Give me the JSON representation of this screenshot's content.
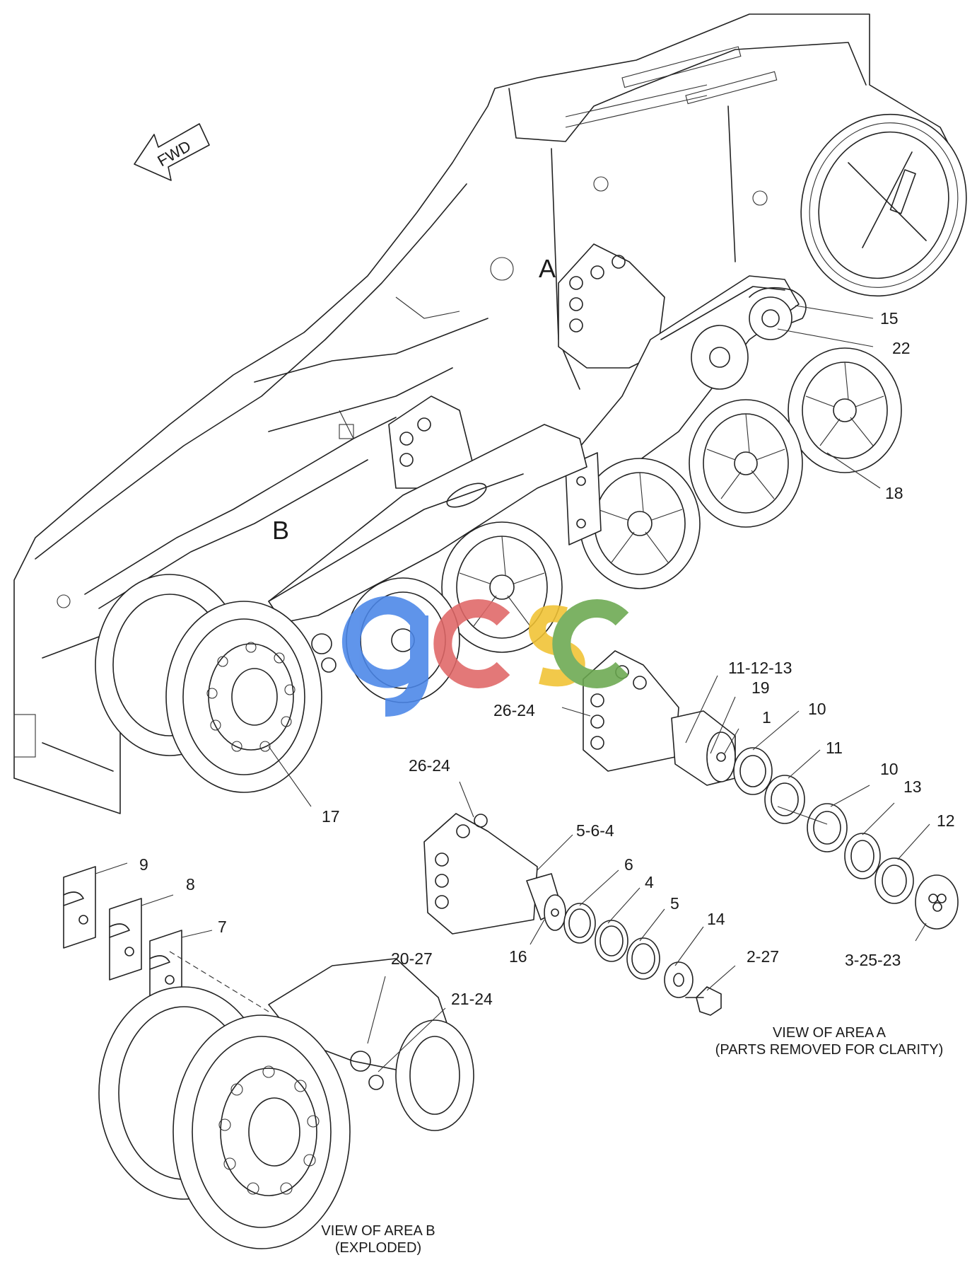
{
  "fwd_label": "FWD",
  "area_labels": {
    "a": "A",
    "b": "B"
  },
  "callouts": {
    "c15": "15",
    "c22": "22",
    "c18": "18",
    "c17": "17",
    "c11_12_13": "11-12-13",
    "c19": "19",
    "c26_24_top": "26-24",
    "c1": "1",
    "c10_top": "10",
    "c11": "11",
    "c10_lower": "10",
    "c13": "13",
    "c12": "12",
    "c26_24_mid": "26-24",
    "c5_6_4": "5-6-4",
    "c6": "6",
    "c4": "4",
    "c5": "5",
    "c14": "14",
    "c16": "16",
    "c2_27": "2-27",
    "c3_25_23": "3-25-23",
    "c9": "9",
    "c8": "8",
    "c7": "7",
    "c20_27": "20-27",
    "c21_24": "21-24"
  },
  "captions": {
    "area_a_line1": "VIEW OF AREA A",
    "area_a_line2": "(PARTS REMOVED FOR CLARITY)",
    "area_b_line1": "VIEW OF AREA B",
    "area_b_line2": "(EXPLODED)"
  },
  "watermark": {
    "text": "gcsc",
    "colors": [
      "#4a86e8",
      "#e06666",
      "#f1c232",
      "#6aa84f"
    ]
  }
}
